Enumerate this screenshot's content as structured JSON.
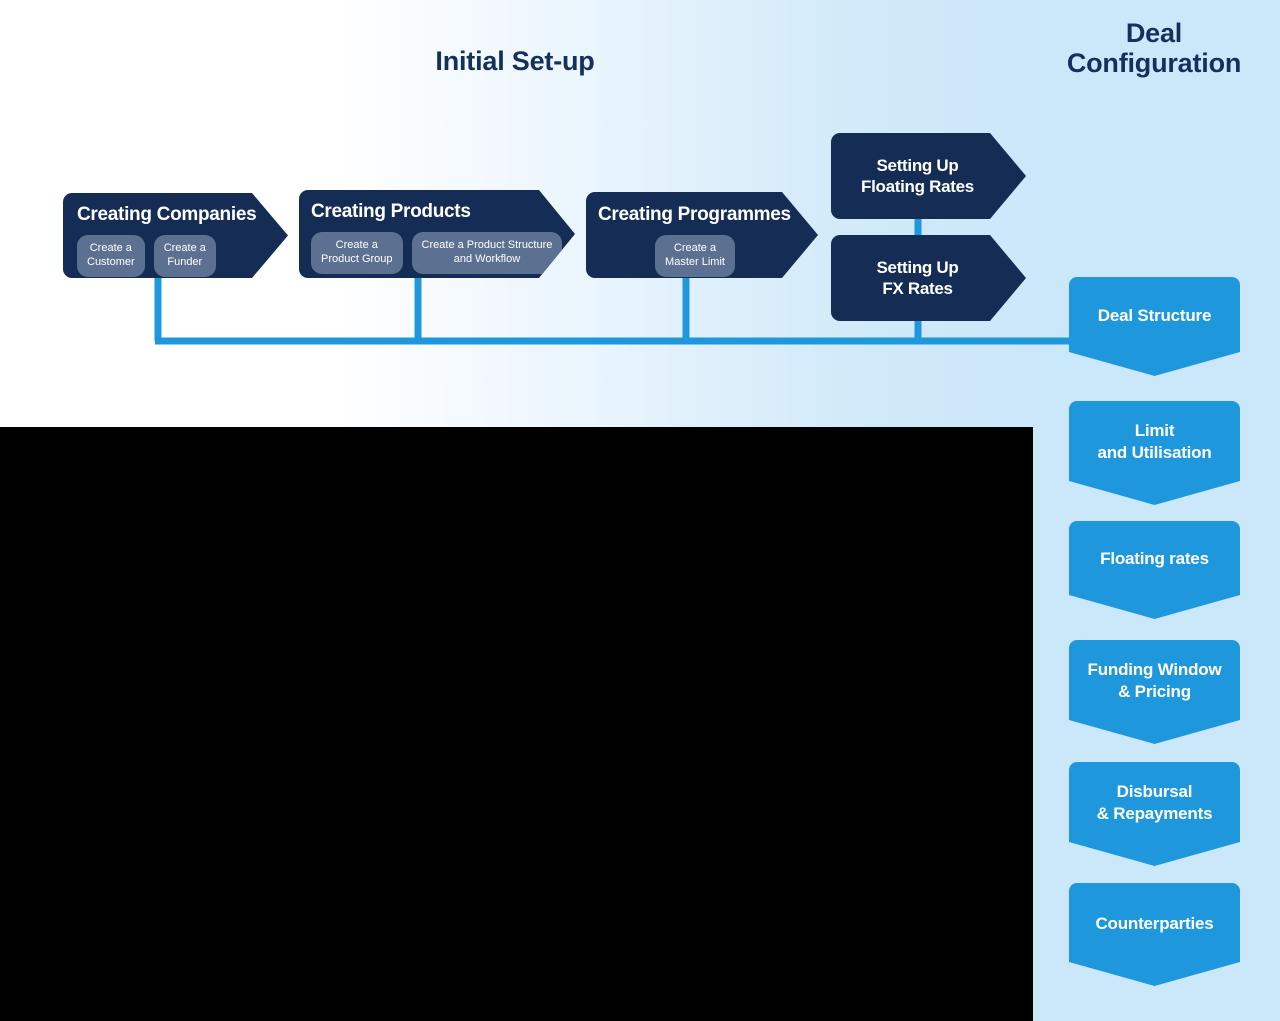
{
  "headings": {
    "initial_setup": "Initial Set-up",
    "deal_configuration": "Deal\nConfiguration"
  },
  "colors": {
    "dark_navy": "#152d55",
    "pill_slate": "#5c7191",
    "accent_blue": "#1f97dd",
    "heading_navy": "#14305c",
    "connector_blue": "#1f97dd",
    "background_left": "#ffffff",
    "background_right": "#cbe7fa",
    "occluder": "#000000"
  },
  "initial_setup_stages": [
    {
      "id": "creating-companies",
      "title": "Creating Companies",
      "pills": [
        "Create a\nCustomer",
        "Create a\nFunder"
      ]
    },
    {
      "id": "creating-products",
      "title": "Creating Products",
      "pills": [
        "Create a\nProduct Group",
        "Create a Product Structure\nand Workflow"
      ]
    },
    {
      "id": "creating-programmes",
      "title": "Creating Programmes",
      "pills": [
        "Create a\nMaster Limit"
      ]
    }
  ],
  "rate_setup_stages": [
    {
      "id": "floating-rates",
      "title": "Setting Up\nFloating Rates"
    },
    {
      "id": "fx-rates",
      "title": "Setting Up\nFX Rates"
    }
  ],
  "deal_configuration_steps": [
    {
      "id": "deal-structure",
      "label": "Deal Structure"
    },
    {
      "id": "limit-and-utilisation",
      "label": "Limit\nand Utilisation"
    },
    {
      "id": "floating-rates",
      "label": "Floating rates"
    },
    {
      "id": "funding-window-and-pricing",
      "label": "Funding Window\n& Pricing"
    },
    {
      "id": "disbursal-and-repayments",
      "label": "Disbursal\n& Repayments"
    },
    {
      "id": "counterparties",
      "label": "Counterparties"
    }
  ]
}
